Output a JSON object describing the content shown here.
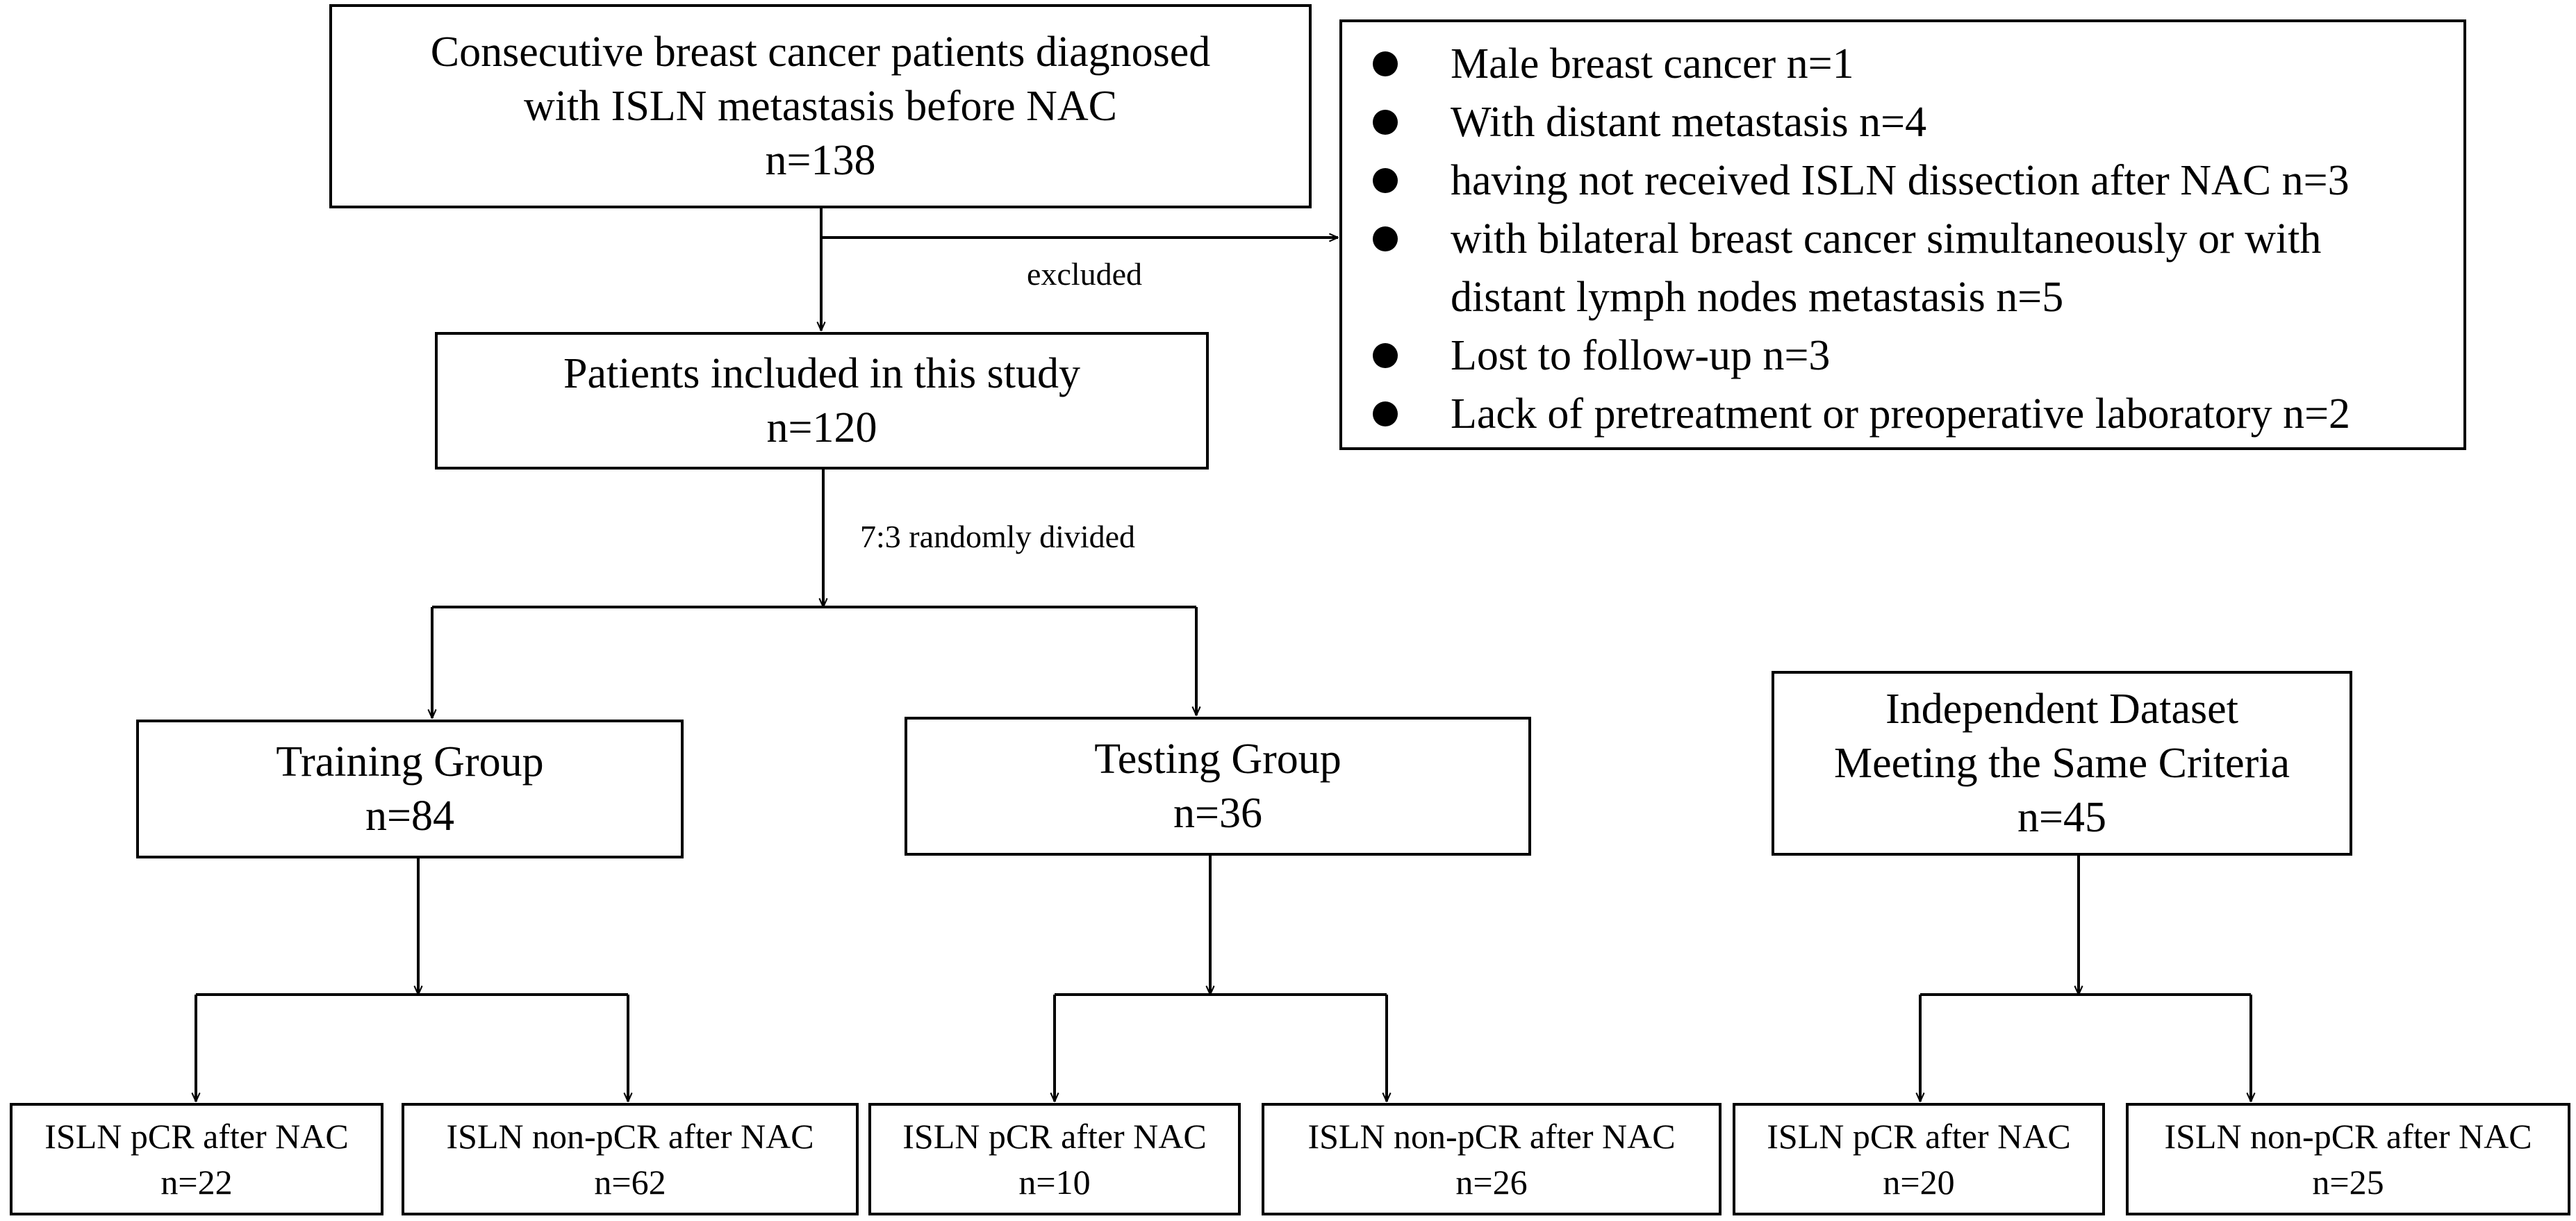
{
  "boxes": {
    "top": {
      "lines": [
        "Consecutive breast cancer patients diagnosed",
        "with ISLN metastasis before NAC",
        "n=138"
      ]
    },
    "included": {
      "lines": [
        "Patients included in this study",
        "n=120"
      ]
    },
    "training": {
      "lines": [
        "Training Group",
        "n=84"
      ]
    },
    "testing": {
      "lines": [
        "Testing Group",
        "n=36"
      ]
    },
    "independent": {
      "lines": [
        "Independent Dataset",
        "Meeting the Same Criteria",
        "n=45"
      ]
    },
    "train_pcr": {
      "lines": [
        "ISLN pCR after NAC",
        "n=22"
      ]
    },
    "train_nonpcr": {
      "lines": [
        "ISLN non-pCR after NAC",
        "n=62"
      ]
    },
    "test_pcr": {
      "lines": [
        "ISLN pCR after NAC",
        "n=10"
      ]
    },
    "test_nonpcr": {
      "lines": [
        "ISLN non-pCR after NAC",
        "n=26"
      ]
    },
    "ind_pcr": {
      "lines": [
        "ISLN pCR after NAC",
        "n=20"
      ]
    },
    "ind_nonpcr": {
      "lines": [
        "ISLN non-pCR after NAC",
        "n=25"
      ]
    }
  },
  "exclusion": {
    "items": [
      [
        "Male breast cancer n=1"
      ],
      [
        "With distant metastasis n=4"
      ],
      [
        "having not received ISLN dissection after NAC n=3"
      ],
      [
        "with bilateral breast cancer simultaneously or with",
        "distant lymph nodes metastasis n=5"
      ],
      [
        "Lost to follow-up n=3"
      ],
      [
        "Lack of pretreatment or preoperative laboratory n=2"
      ]
    ]
  },
  "labels": {
    "excluded": "excluded",
    "split": "7:3 randomly  divided"
  }
}
